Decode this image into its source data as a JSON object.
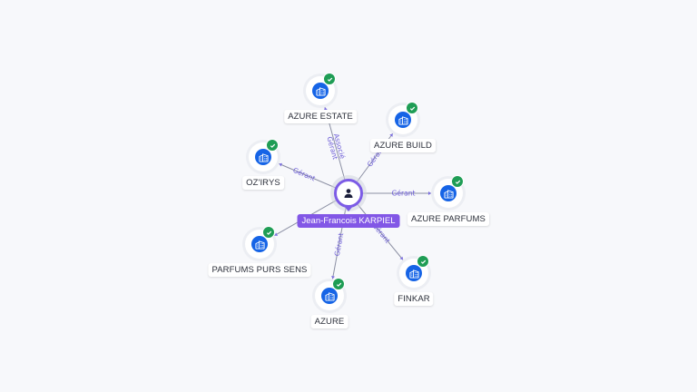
{
  "center": {
    "name": "Jean-Francois KARPIEL",
    "icon": "person-icon",
    "color": "#8257e6"
  },
  "companies": [
    {
      "name": "AZURE ESTATE",
      "relation": "Gérant Associé",
      "icon": "building-icon",
      "verified": true
    },
    {
      "name": "AZURE BUILD",
      "relation": "Gérant",
      "icon": "building-icon",
      "verified": true
    },
    {
      "name": "OZ'IRYS",
      "relation": "Gérant",
      "icon": "building-icon",
      "verified": true
    },
    {
      "name": "AZURE PARFUMS",
      "relation": "Gérant",
      "icon": "building-icon",
      "verified": true
    },
    {
      "name": "PARFUMS PURS SENS",
      "relation": "",
      "icon": "building-icon",
      "verified": true
    },
    {
      "name": "AZURE",
      "relation": "Gérant",
      "icon": "building-icon",
      "verified": true
    },
    {
      "name": "FINKAR",
      "relation": "Gérant",
      "icon": "building-icon",
      "verified": true
    }
  ],
  "colors": {
    "company": "#1664e6",
    "verified": "#1f9d55",
    "edge_label": "#6b5bd6"
  }
}
